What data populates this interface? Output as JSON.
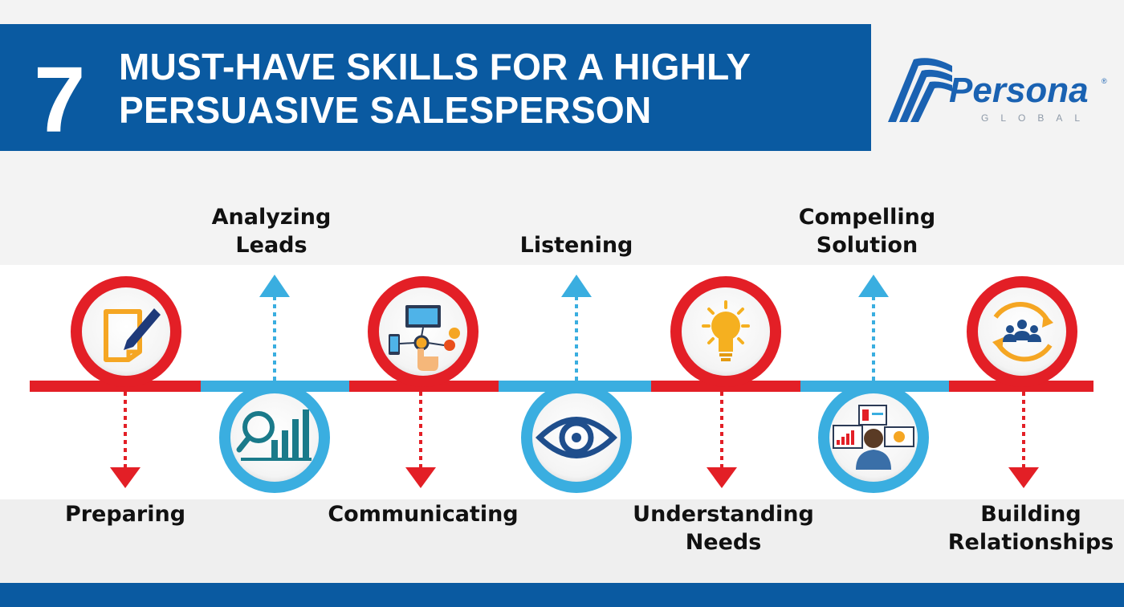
{
  "header": {
    "number": "7",
    "title_line1": "MUST-HAVE SKILLS FOR A HIGHLY",
    "title_line2": "PERSUASIVE SALESPERSON"
  },
  "logo": {
    "brand": "Persona",
    "tagline": "GLOBAL",
    "registered": "®"
  },
  "colors": {
    "header_blue": "#0a5aa1",
    "red": "#e31f26",
    "light_blue": "#3aaee0",
    "icon_orange": "#f5a623",
    "icon_navy": "#1f3a7a",
    "icon_teal": "#1a7a8a"
  },
  "skills": [
    {
      "label_line1": "Preparing",
      "label_line2": "",
      "icon": "pen-and-paper-icon"
    },
    {
      "label_line1": "Analyzing",
      "label_line2": "Leads",
      "icon": "magnifier-bar-chart-icon"
    },
    {
      "label_line1": "Communicating",
      "label_line2": "",
      "icon": "connected-devices-icon"
    },
    {
      "label_line1": "Listening",
      "label_line2": "",
      "icon": "eye-icon"
    },
    {
      "label_line1": "Understanding",
      "label_line2": "Needs",
      "icon": "light-bulb-icon"
    },
    {
      "label_line1": "Compelling",
      "label_line2": "Solution",
      "icon": "person-at-screens-icon"
    },
    {
      "label_line1": "Building",
      "label_line2": "Relationships",
      "icon": "team-cycle-icon"
    }
  ]
}
